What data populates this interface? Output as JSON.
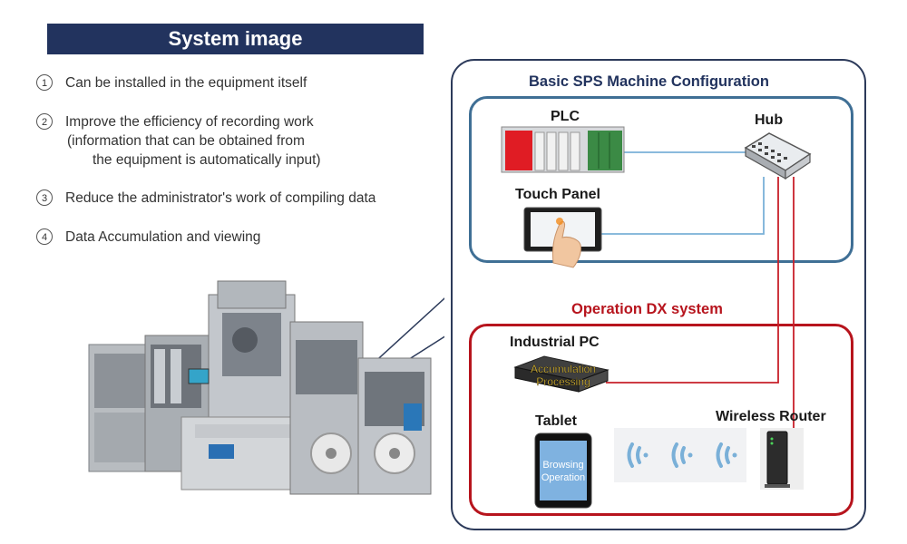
{
  "title": "System image",
  "features": [
    {
      "num": "1",
      "lines": [
        "Can be installed in the equipment itself"
      ]
    },
    {
      "num": "2",
      "lines": [
        "Improve the efficiency of recording work",
        "(information that can be obtained from",
        "the equipment is automatically input)"
      ]
    },
    {
      "num": "3",
      "lines": [
        "Reduce the administrator's work of compiling data"
      ]
    },
    {
      "num": "4",
      "lines": [
        "Data Accumulation and viewing"
      ]
    }
  ],
  "diagram": {
    "sps_title": "Basic SPS Machine Configuration",
    "plc": "PLC",
    "hub": "Hub",
    "touch_panel": "Touch Panel",
    "dx_title": "Operation DX system",
    "industrial_pc": "Industrial PC",
    "ipc_text_1": "Accumulation",
    "ipc_text_2": "Processing",
    "tablet": "Tablet",
    "tablet_text_1": "Browsing",
    "tablet_text_2": "Operation",
    "wireless_router": "Wireless Router"
  },
  "colors": {
    "title_bg": "#22335e",
    "sps_border": "#3f6f95",
    "dx_border": "#b7141d",
    "network_line": "#7ab0d8",
    "dx_line": "#c8202a"
  }
}
